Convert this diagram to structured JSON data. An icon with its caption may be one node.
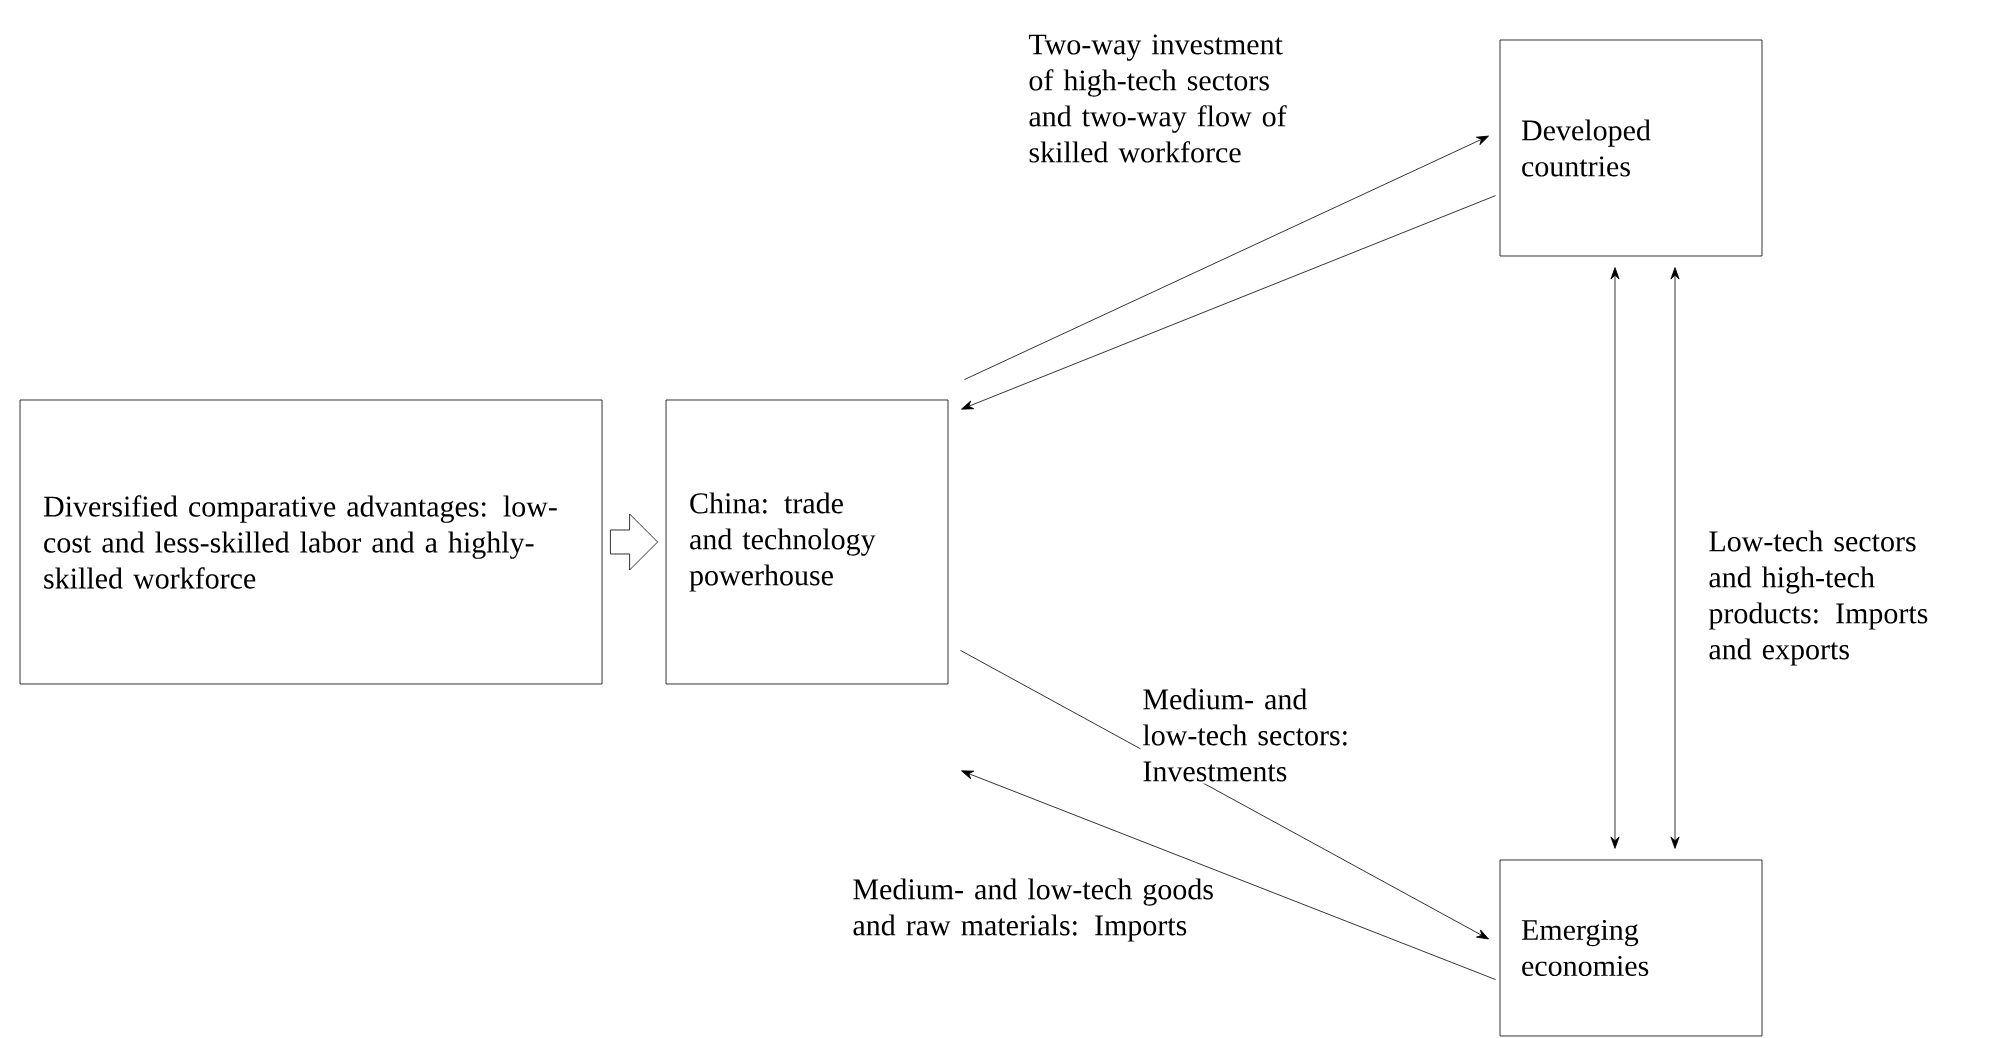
{
  "diagram": {
    "nodes": [
      {
        "text": [
          "Diversified comparative advantages: low-cost and less-skilled labor and a highly-skilled workforce"
        ]
      },
      {
        "text": [
          "China: trade and technology powerhouse"
        ]
      },
      {
        "text": [
          "Developed countries"
        ]
      },
      {
        "text": [
          "Emerging economies"
        ]
      }
    ],
    "edges": [
      {
        "from": 0,
        "to": 1,
        "arrow": "to",
        "style": "thick"
      },
      {
        "from": 1,
        "to": 2,
        "arrow": "to",
        "label": "Two-way investment of high-tech sectors and two-way flow of skilled workforce"
      },
      {
        "from": 2,
        "to": 1,
        "arrow": "to"
      },
      {
        "from": 2,
        "to": 3,
        "arrow": "both"
      },
      {
        "from": 2,
        "to": 3,
        "arrow": "both",
        "label": "Low-tech sectors and high-tech products: Imports and exports"
      },
      {
        "from": 1,
        "to": 3,
        "arrow": "to",
        "label": "Medium- and low-tech sectors: Investments"
      },
      {
        "from": 3,
        "to": 1,
        "arrow": "to",
        "label": "Medium- and low-tech goods and raw materials: Imports"
      }
    ]
  }
}
